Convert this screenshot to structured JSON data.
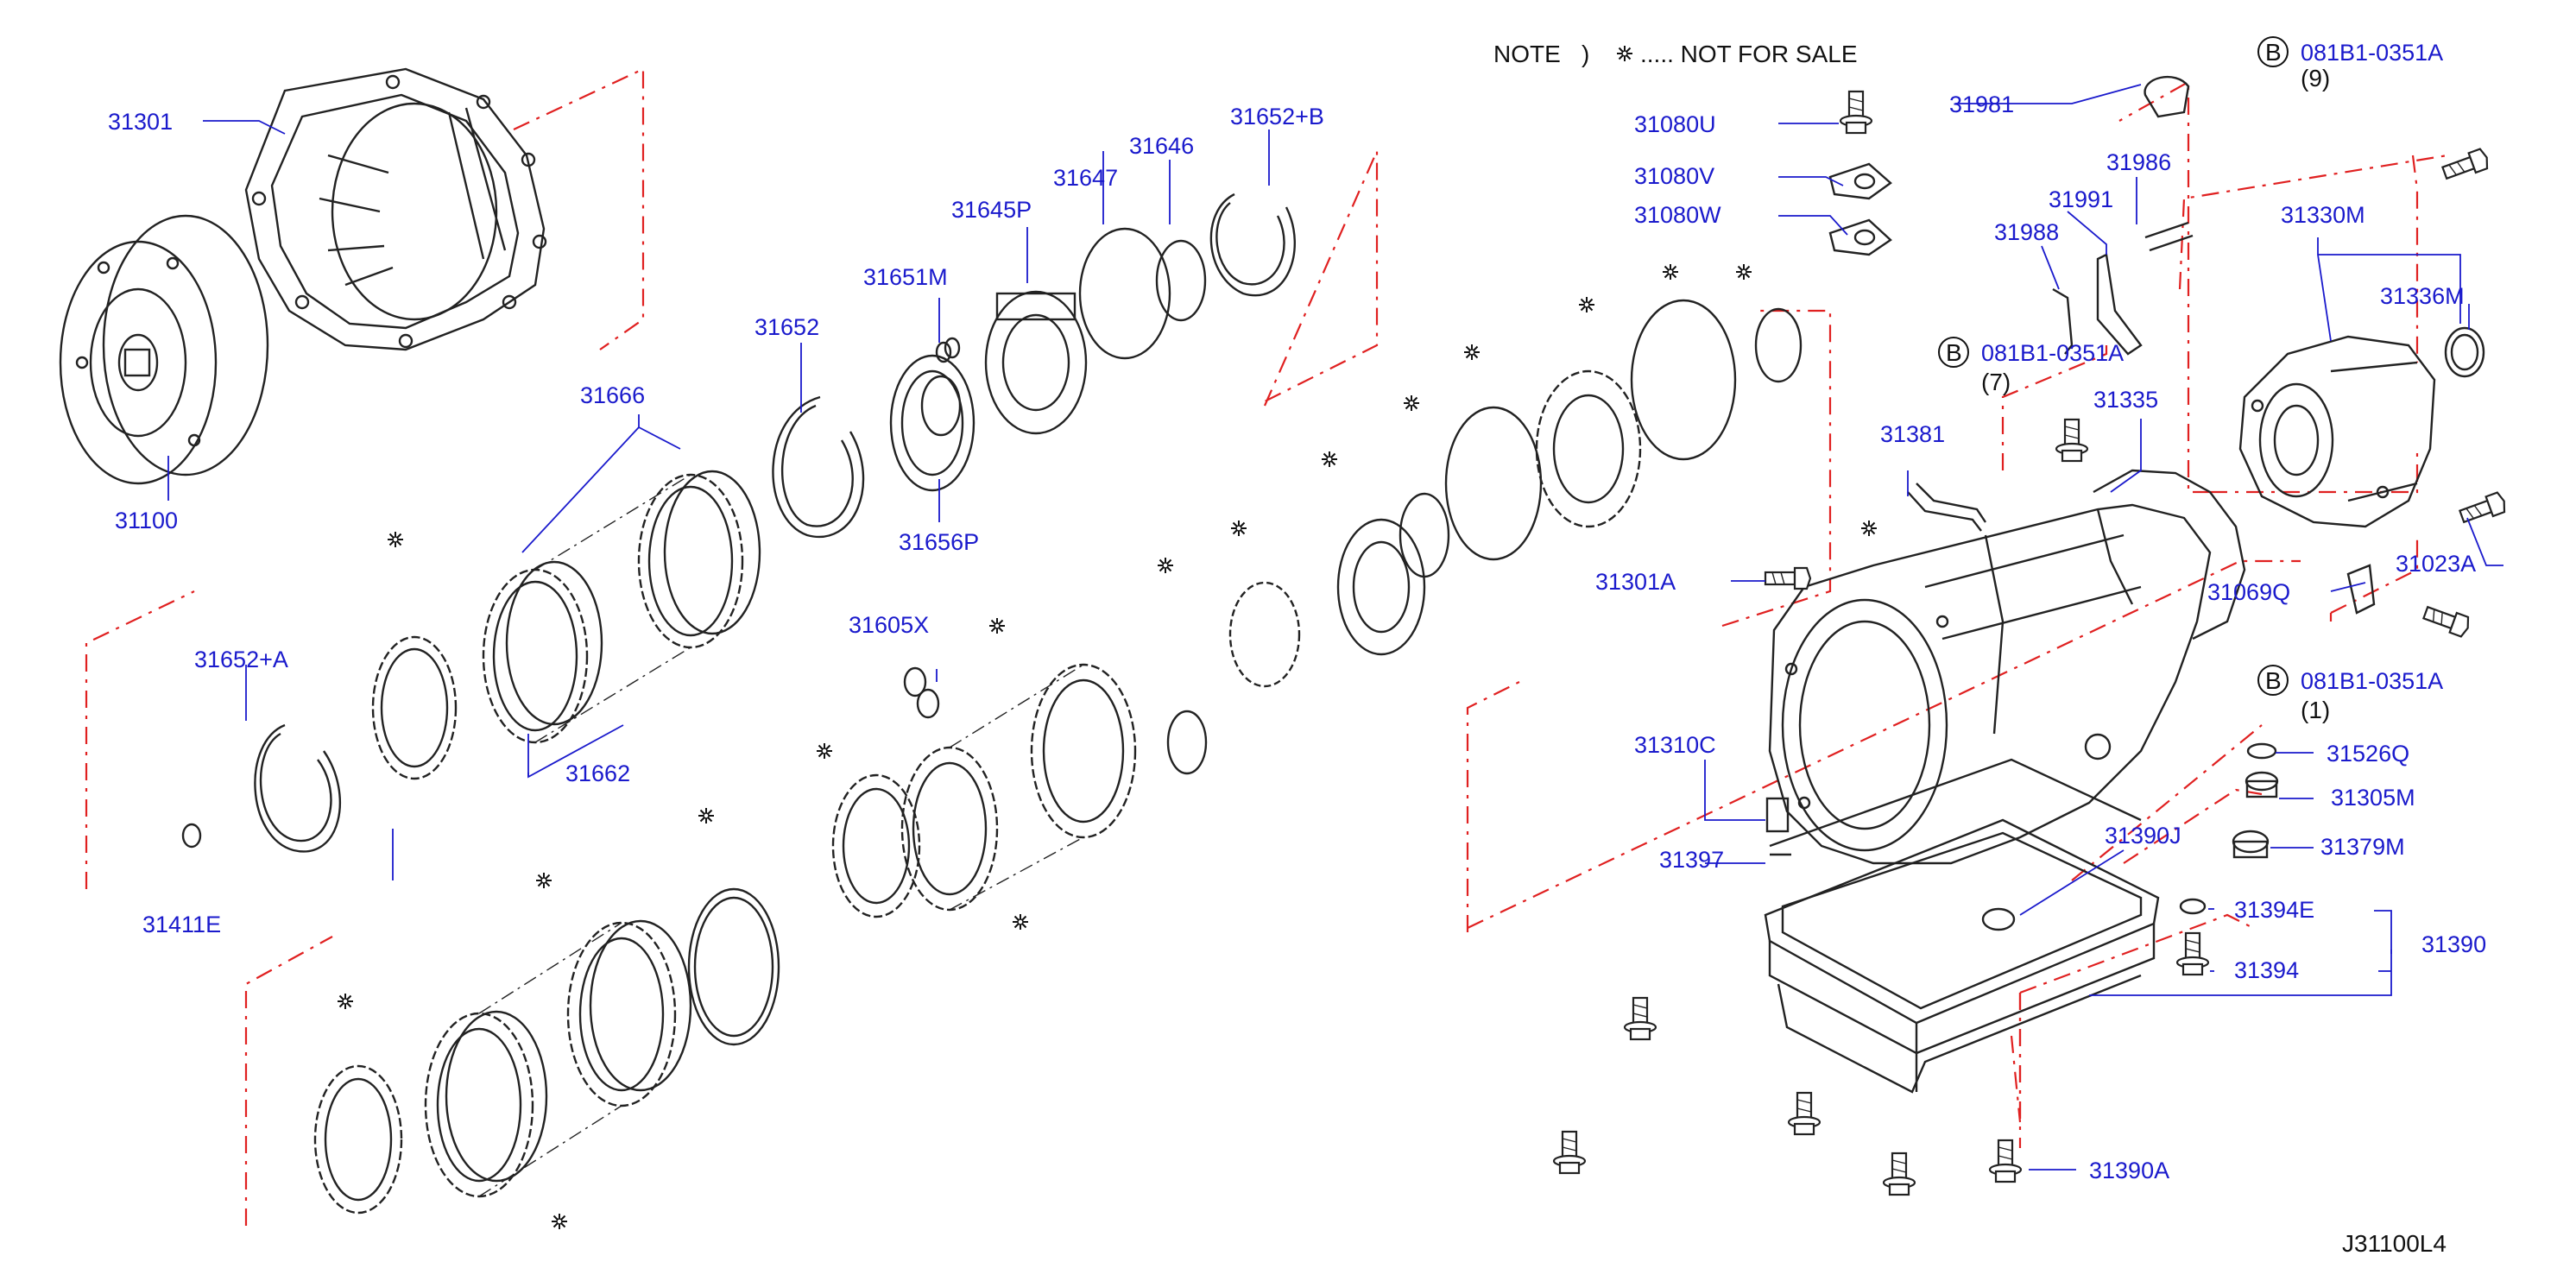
{
  "note": {
    "prefix": "NOTE",
    "paren": ")",
    "symbol": "✽",
    "text": "..... NOT FOR SALE"
  },
  "diagram_code": "J31100L4",
  "parts": [
    {
      "id": "p31301",
      "label": "31301"
    },
    {
      "id": "p31100",
      "label": "31100"
    },
    {
      "id": "p31666",
      "label": "31666"
    },
    {
      "id": "p31662",
      "label": "31662"
    },
    {
      "id": "p31652",
      "label": "31652"
    },
    {
      "id": "p31656P",
      "label": "31656P"
    },
    {
      "id": "p31651M",
      "label": "31651M"
    },
    {
      "id": "p31645P",
      "label": "31645P"
    },
    {
      "id": "p31647",
      "label": "31647"
    },
    {
      "id": "p31646",
      "label": "31646"
    },
    {
      "id": "p31652B",
      "label": "31652+B"
    },
    {
      "id": "p31411E",
      "label": "31411E"
    },
    {
      "id": "p31652A",
      "label": "31652+A"
    },
    {
      "id": "p31605X",
      "label": "31605X"
    },
    {
      "id": "p31080U",
      "label": "31080U"
    },
    {
      "id": "p31080V",
      "label": "31080V"
    },
    {
      "id": "p31080W",
      "label": "31080W"
    },
    {
      "id": "p31981",
      "label": "31981"
    },
    {
      "id": "p31986",
      "label": "31986"
    },
    {
      "id": "p31991",
      "label": "31991"
    },
    {
      "id": "p31988",
      "label": "31988"
    },
    {
      "id": "p31381",
      "label": "31381"
    },
    {
      "id": "p31335",
      "label": "31335"
    },
    {
      "id": "p31330M",
      "label": "31330M"
    },
    {
      "id": "p31336M",
      "label": "31336M"
    },
    {
      "id": "p31023A",
      "label": "31023A"
    },
    {
      "id": "p31069Q",
      "label": "31069Q"
    },
    {
      "id": "p31301A",
      "label": "31301A"
    },
    {
      "id": "p31310C",
      "label": "31310C"
    },
    {
      "id": "p31397",
      "label": "31397"
    },
    {
      "id": "p31526Q",
      "label": "31526Q"
    },
    {
      "id": "p31305M",
      "label": "31305M"
    },
    {
      "id": "p31379M",
      "label": "31379M"
    },
    {
      "id": "p31390J",
      "label": "31390J"
    },
    {
      "id": "p31394E",
      "label": "31394E"
    },
    {
      "id": "p31394",
      "label": "31394"
    },
    {
      "id": "p31390",
      "label": "31390"
    },
    {
      "id": "p31390A",
      "label": "31390A"
    }
  ],
  "callouts": [
    {
      "id": "b1",
      "badge": "B",
      "part": "081B1-0351A",
      "qty": "(9)"
    },
    {
      "id": "b2",
      "badge": "B",
      "part": "081B1-0351A",
      "qty": "(7)"
    },
    {
      "id": "b3",
      "badge": "B",
      "part": "081B1-0351A",
      "qty": "(1)"
    }
  ]
}
